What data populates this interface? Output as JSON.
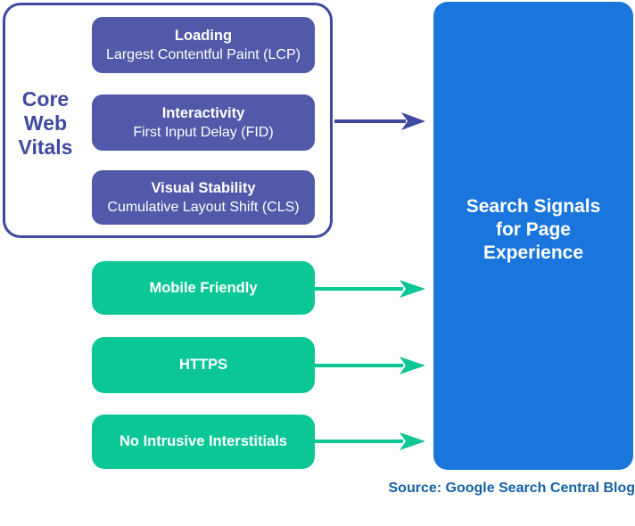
{
  "diagram": {
    "group": {
      "label": "Core\nWeb\nVitals",
      "items": [
        {
          "title": "Loading",
          "subtitle": "Largest Contentful Paint (LCP)"
        },
        {
          "title": "Interactivity",
          "subtitle": "First Input Delay (FID)"
        },
        {
          "title": "Visual Stability",
          "subtitle": "Cumulative Layout Shift (CLS)"
        }
      ]
    },
    "signals": [
      {
        "label": "Mobile Friendly"
      },
      {
        "label": "HTTPS"
      },
      {
        "label": "No Intrusive Interstitials"
      }
    ],
    "target": {
      "label": "Search Signals\nfor Page\nExperience"
    },
    "source": {
      "label": "Source: Google Search Central Blog"
    },
    "colors": {
      "indigo_outline": "#3F49A0",
      "indigo_fill": "#5159A8",
      "green_fill": "#0BC795",
      "blue_fill": "#1A75DD",
      "source_text": "#1560A8",
      "label_text": "#FFFFFF"
    }
  }
}
